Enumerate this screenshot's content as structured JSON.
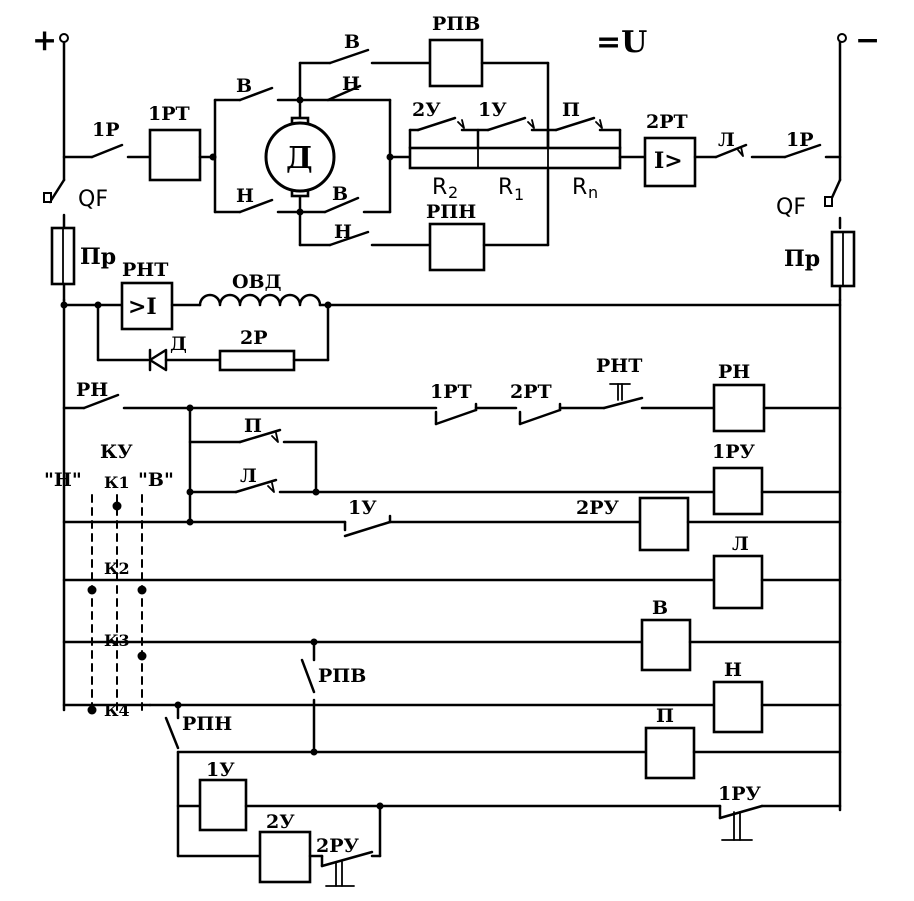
{
  "supply": {
    "plus": "+",
    "minus": "−",
    "voltage": "=U"
  },
  "motor": {
    "label": "Д"
  },
  "breakers": {
    "left": "QF",
    "right": "QF"
  },
  "fuses": {
    "left": "Пр",
    "right": "Пр"
  },
  "diode": {
    "label": "Д"
  },
  "resistors": {
    "r2": "R",
    "r2_sub": "2",
    "r1": "R",
    "r1_sub": "1",
    "rn": "R",
    "rn_sub": "n",
    "r2p": "2Р"
  },
  "field_winding": {
    "label": "ОВД"
  },
  "coils": {
    "rpv": "РПВ",
    "rpn": "РПН",
    "rn": "РН",
    "ru1": "1РУ",
    "ru2": "2РУ",
    "l": "Л",
    "v": "В",
    "n": "Н",
    "p": "П",
    "u1": "1У",
    "u2": "2У",
    "rt1": "1РТ",
    "rt2": "2РТ",
    "rt2_symbol": "I>",
    "rnt": "РНТ",
    "rnt_symbol": ">I"
  },
  "contacts": {
    "r1_left": "1Р",
    "r1_right": "1Р",
    "v_top": "В",
    "n_top": "Н",
    "v_bot": "В",
    "n_bot": "Н",
    "v_upper": "В",
    "n_lower": "Н",
    "u2": "2У",
    "u1": "1У",
    "p": "П",
    "l_main": "Л",
    "rn": "РН",
    "rt1": "1РТ",
    "rt2": "2РТ",
    "rnt": "РНТ",
    "p_hold": "П",
    "l_hold": "Л",
    "u1_ctrl": "1У",
    "rpv": "РПВ",
    "rpn": "РПН",
    "ru1": "1РУ",
    "ru2": "2РУ"
  },
  "controller": {
    "name": "КУ",
    "left_pos": "\"Н\"",
    "right_pos": "\"В\"",
    "k1": "К1",
    "k2": "К2",
    "k3": "К3",
    "k4": "К4"
  }
}
